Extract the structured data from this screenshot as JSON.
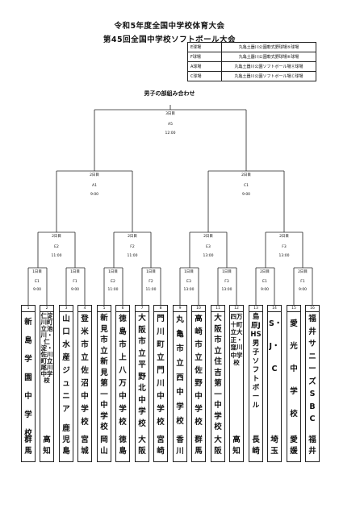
{
  "header": {
    "title1": "令和5年度全国中学校体育大会",
    "title2": "第45回全国中学校ソフトボール大会"
  },
  "venues": [
    {
      "code": "E球場",
      "name": "丸亀土器川公園軟式野球場⑤球場"
    },
    {
      "code": "F球場",
      "name": "丸亀土器川公園軟式野球場⑥球場"
    },
    {
      "code": "A球場",
      "name": "丸亀土器川公園ソフトボール場Ⓐ球場"
    },
    {
      "code": "C球場",
      "name": "丸亀土器川公園ソフトボール場Ⓒ球場"
    }
  ],
  "subtitle": "男子の部組み合わせ",
  "final": {
    "day": "3日目",
    "field": "A5",
    "time": "12:00"
  },
  "semis": [
    {
      "day": "2日目",
      "field": "A1",
      "time": "9:00"
    },
    {
      "day": "2日目",
      "field": "C1",
      "time": "9:00"
    }
  ],
  "quarters": [
    {
      "day": "2日目",
      "field": "E2",
      "time": "11:00"
    },
    {
      "day": "2日目",
      "field": "F2",
      "time": "11:00"
    },
    {
      "day": "2日目",
      "field": "E3",
      "time": "13:00"
    },
    {
      "day": "2日目",
      "field": "F3",
      "time": "13:00"
    }
  ],
  "round1": [
    {
      "day": "1日目",
      "field": "E1",
      "time": "9:00"
    },
    {
      "day": "1日目",
      "field": "F1",
      "time": "9:00"
    },
    {
      "day": "1日目",
      "field": "E2",
      "time": "11:00"
    },
    {
      "day": "1日目",
      "field": "F2",
      "time": "11:00"
    },
    {
      "day": "1日目",
      "field": "E3",
      "time": "13:00"
    },
    {
      "day": "1日目",
      "field": "F3",
      "time": "13:00"
    },
    {
      "day": "2日目",
      "field": "E1",
      "time": "9:00"
    },
    {
      "day": "2日目",
      "field": "F1",
      "time": "9:00"
    }
  ],
  "teams": [
    {
      "num": "1",
      "name": "新島学園中学校",
      "pref": "群馬"
    },
    {
      "num": "2",
      "name": "仁淀川町立池川・仁淀・佐川町立尾川中学校",
      "pref": "高知"
    },
    {
      "num": "3",
      "name": "山口水産ジュニア",
      "pref": "鹿児島"
    },
    {
      "num": "4",
      "name": "登米市立佐沼中学校",
      "pref": "宮城"
    },
    {
      "num": "5",
      "name": "新見市立新見第一中学校",
      "pref": "岡山"
    },
    {
      "num": "6",
      "name": "徳島市上八万中学校",
      "pref": "徳島"
    },
    {
      "num": "7",
      "name": "大阪市立平野北中学校",
      "pref": "大阪"
    },
    {
      "num": "8",
      "name": "門川町立門川中学校",
      "pref": "宮崎"
    },
    {
      "num": "9",
      "name": "丸亀市立西中学校",
      "pref": "香川"
    },
    {
      "num": "10",
      "name": "高崎市立佐野中学校",
      "pref": "群馬"
    },
    {
      "num": "11",
      "name": "大阪市立住吉第一中学校",
      "pref": "大阪"
    },
    {
      "num": "12",
      "name": "四万十町立大正・窪川中学校",
      "pref": "高知"
    },
    {
      "num": "13",
      "name": "島原JHS男子ソフトボール",
      "pref": "長崎"
    },
    {
      "num": "14",
      "name": "S・J・C",
      "pref": "埼玉"
    },
    {
      "num": "15",
      "name": "愛光中学校",
      "pref": "愛媛"
    },
    {
      "num": "16",
      "name": "福井サニーズSBC",
      "pref": "福井"
    }
  ]
}
